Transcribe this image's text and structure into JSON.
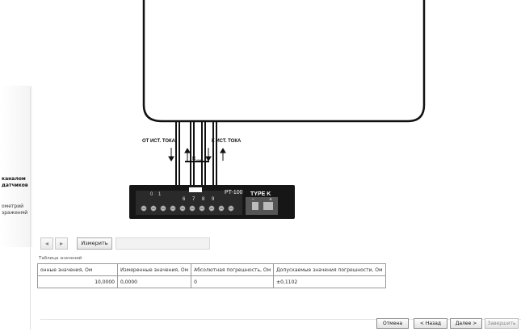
{
  "diagram": {
    "label_from_source": "ОТ ИСТ. ТОКА",
    "label_to_source": "К ИСТ. ТОКА",
    "resistor_label": "R",
    "resistor_sub": "изм",
    "sensor_label": "PT-100",
    "typek_label": "TYPE K",
    "typek_minus": "-",
    "typek_plus": "+",
    "terminal_numbers": [
      "6",
      "7",
      "8",
      "9"
    ],
    "terminal_left_numbers": [
      "0",
      "1"
    ],
    "pin_count": 10
  },
  "left_panel": {
    "lines": [
      {
        "text": "каналом",
        "bold": true
      },
      {
        "text": "датчиков",
        "bold": true
      },
      {
        "text": "ометрий",
        "bold": false
      },
      {
        "text": "зраженмй",
        "bold": false
      }
    ]
  },
  "toolbar": {
    "back_glyph": "◂",
    "forward_glyph": "▸",
    "measure_label": "Измерить"
  },
  "table": {
    "caption": "Таблица значений",
    "headers": [
      "онные значения, Ом",
      "Измеренные значения, Ом",
      "Абсолютная погрешность, Ом",
      "Допускаемые значения погрешности, Ом"
    ],
    "rows": [
      [
        "10,0000",
        "0,0000",
        "0",
        "±0,1102"
      ]
    ]
  },
  "footer": {
    "cancel_label": "Отмена",
    "back_label": "< Назад",
    "next_label": "Далее >",
    "finish_label": "Завершить"
  }
}
